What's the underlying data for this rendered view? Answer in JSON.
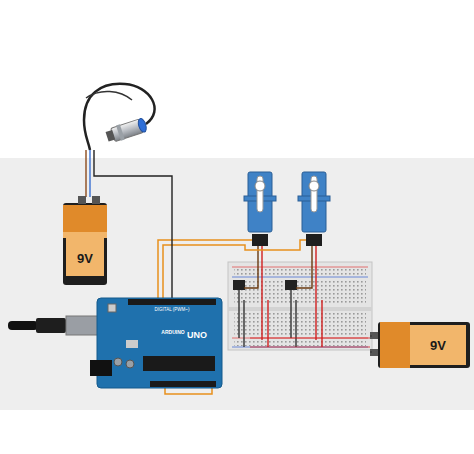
{
  "diagram": {
    "nodes": [
      {
        "text": [
          "9V"
        ]
      },
      {
        "text": [
          "9V"
        ]
      },
      {
        "text": [
          "DIGITAL (PWM~)",
          "ARDUINO",
          "UNO"
        ]
      }
    ]
  }
}
